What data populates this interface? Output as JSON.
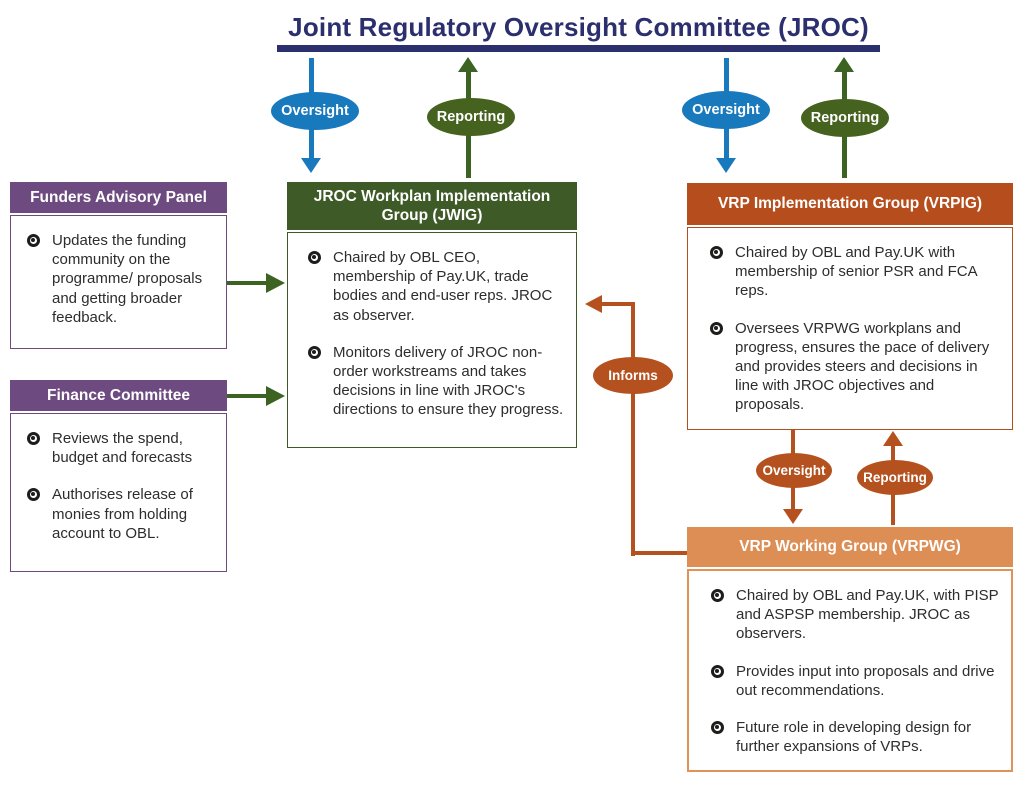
{
  "title": "Joint Regulatory Oversight Committee (JROC)",
  "labels": {
    "oversight": "Oversight",
    "reporting": "Reporting",
    "informs": "Informs"
  },
  "colors": {
    "navy": "#2b2f6e",
    "blue": "#1879bd",
    "green": "#3e5a27",
    "purple": "#6d4a80",
    "rust": "#b54e1c",
    "light_orange": "#dd8e55",
    "body_text": "#2d2d2d"
  },
  "boxes": {
    "funders": {
      "title": "Funders Advisory Panel",
      "bullets": [
        "Updates the funding community on the programme/ proposals and getting broader feedback."
      ]
    },
    "finance": {
      "title": "Finance Committee",
      "bullets": [
        "Reviews the spend, budget and forecasts",
        "Authorises release of monies from holding account to OBL."
      ]
    },
    "jwig": {
      "title": "JROC Workplan Implementation Group (JWIG)",
      "bullets": [
        "Chaired by OBL CEO, membership of Pay.UK, trade bodies and end-user reps. JROC as observer.",
        "Monitors delivery of JROC non-order workstreams and takes decisions in line with JROC's directions to ensure they progress."
      ]
    },
    "vrpig": {
      "title": "VRP Implementation Group (VRPIG)",
      "bullets": [
        "Chaired by OBL and Pay.UK with membership of senior PSR and FCA reps.",
        "Oversees VRPWG workplans and progress, ensures the pace of delivery and provides steers and decisions in line with JROC objectives and proposals."
      ]
    },
    "vrpwg": {
      "title": "VRP Working Group (VRPWG)",
      "bullets": [
        "Chaired by OBL and Pay.UK, with PISP and ASPSP membership. JROC as observers.",
        "Provides input into proposals and drive out recommendations.",
        "Future role in developing design for further expansions of VRPs."
      ]
    }
  }
}
